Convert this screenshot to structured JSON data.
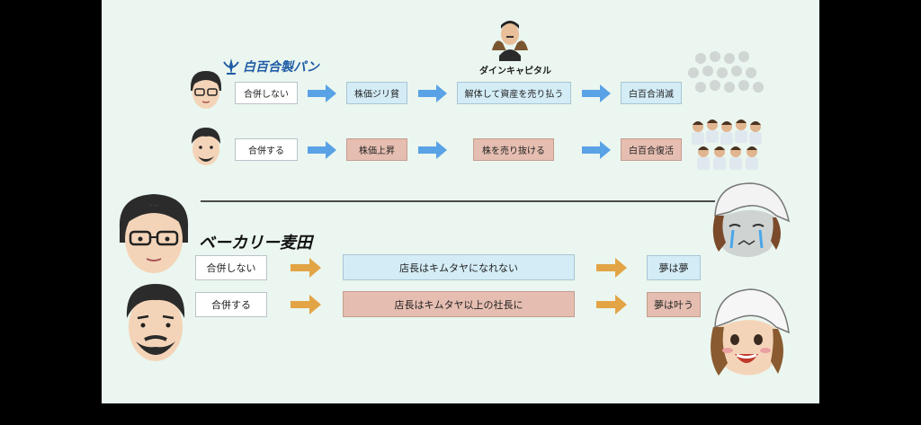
{
  "top": {
    "company": "白百合製パン",
    "capital": "ダインキャピタル",
    "rows": [
      {
        "steps": [
          "合併しない",
          "株価ジリ貧",
          "解体して資産を売り払う",
          "白百合消滅"
        ]
      },
      {
        "steps": [
          "合併する",
          "株価上昇",
          "株を売り抜ける",
          "白百合復活"
        ]
      }
    ]
  },
  "bottom": {
    "company": "ベーカリー麦田",
    "rows": [
      {
        "steps": [
          "合併しない",
          "店長はキムタヤになれない",
          "夢は夢"
        ]
      },
      {
        "steps": [
          "合併する",
          "店長はキムタヤ以上の社長に",
          "夢は叶う"
        ]
      }
    ]
  },
  "colors": {
    "blue_arrow": "#5aa2e6",
    "orange_arrow": "#e3a446",
    "box_blue": "#d3ecf6",
    "box_pink": "#e6beb1",
    "logo": "#1f5ba6"
  },
  "icons": [
    "lily-logo-icon",
    "arrow-right-icon"
  ]
}
